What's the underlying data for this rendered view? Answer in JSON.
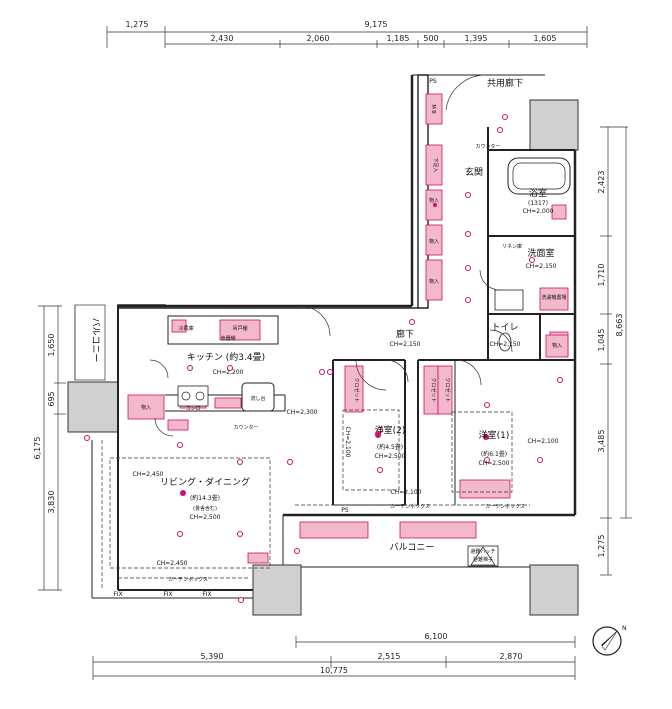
{
  "dimensions": {
    "top_total": "9,175",
    "top_left": "1,275",
    "top_segments": [
      "2,430",
      "2,060",
      "1,185",
      "500",
      "1,395",
      "1,605"
    ],
    "right_segments": [
      "2,423",
      "1,710",
      "1,045",
      "3,485",
      "1,275"
    ],
    "right_total": "8,663",
    "left_segments": [
      "1,650",
      "695",
      "3,830"
    ],
    "left_total": "6,175",
    "bottom_upper": "6,100",
    "bottom_segments": [
      "5,390",
      "2,515",
      "2,870"
    ],
    "bottom_total": "10,775"
  },
  "rooms": {
    "kitchen": {
      "name": "キッチン (約3.4畳)",
      "ch": "CH=2,200"
    },
    "living": {
      "name": "リビング・ダイニング",
      "size": "(約14.3畳)",
      "note": "(畳舎含む)",
      "ch": "CH=2,500"
    },
    "bedroom2": {
      "name": "洋室(2)",
      "size": "(約4.5畳)",
      "ch": "CH=2,500"
    },
    "bedroom1": {
      "name": "洋室(1)",
      "size": "(約6.1畳)",
      "ch": "CH=2,500"
    },
    "hall": {
      "name": "廊下",
      "ch": "CH=2,150"
    },
    "entrance": {
      "name": "玄関"
    },
    "bath": {
      "name": "浴室",
      "size": "(1317)",
      "ch": "CH=2,000"
    },
    "washroom": {
      "name": "洗面室",
      "ch": "CH=2,150"
    },
    "toilet": {
      "name": "トイレ",
      "ch": "CH=2,150"
    },
    "balcony_left": {
      "name": "バルコニー"
    },
    "balcony_bottom": {
      "name": "バルコニー"
    },
    "common_corridor": {
      "name": "共用廊下"
    }
  },
  "labels": {
    "ps_top": "PS",
    "ps_bottom": "PS",
    "counter_top": "カウンター",
    "counter_kitchen": "カウンター",
    "ch_2300": "CH=2,300",
    "ch_2100_b2": "CH=2,100",
    "ch_2100_b1": "CH=2,100",
    "ch_2100_mid": "CH=2,100",
    "ch_2450_a": "CH=2,450",
    "ch_2450_b": "CH=2,450",
    "curtain_box": "カーテンボックス",
    "curtain_box_b": "カーテンボックス",
    "curtain_box_c": "カーテンボックス",
    "fix": [
      "FIX",
      "FIX",
      "FIX"
    ],
    "storage": [
      "物入",
      "物入",
      "物入",
      "物入",
      "物入"
    ],
    "closet": [
      "クロゼット",
      "クロゼット",
      "クロゼット"
    ],
    "shoes": "下足入",
    "hatch": "避難ハッチ",
    "ladder": "避難梯子",
    "mb": "M B",
    "linen": "リネン庫",
    "washer": "洗濯機置場",
    "fridge": "冷蔵庫",
    "sink": "流し台",
    "stove": "コンロ",
    "hood": "吊戸棚",
    "oven": "食器棚"
  },
  "compass": {
    "label": "N"
  }
}
